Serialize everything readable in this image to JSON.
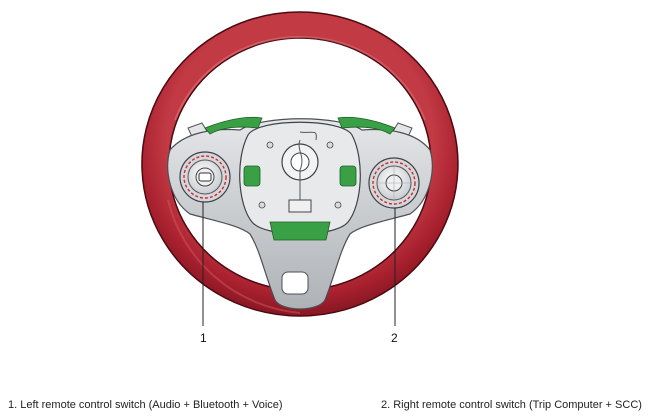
{
  "callouts": {
    "one": "1",
    "two": "2"
  },
  "captions": {
    "item1": "1. Left remote control switch (Audio + Bluetooth + Voice)",
    "item2": "2. Right remote control switch (Trip Computer + SCC)"
  },
  "colors": {
    "rim": "#a8202e",
    "rim_highlight": "#d85a62",
    "spoke": "#c9ccd0",
    "hub": "#e7e9eb",
    "bracket": "#3aa046",
    "switch_ring": "#d42a2a"
  }
}
